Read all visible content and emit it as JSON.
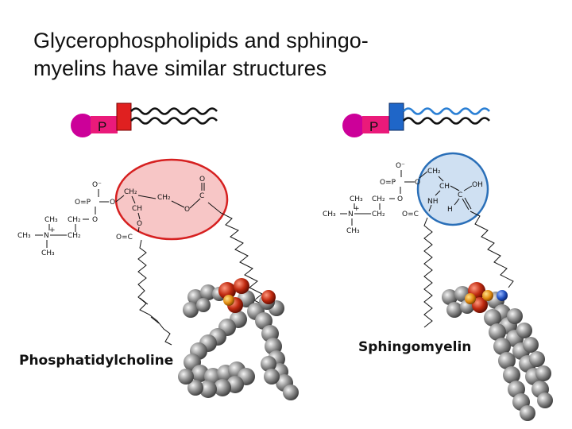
{
  "slide": {
    "title_line1": "Glycerophospholipids and sphingo-",
    "title_line2": "myelins have similar structures"
  },
  "left": {
    "caption": "Phosphatidylcholine",
    "head_label": "P",
    "colors": {
      "head": "#cc0099",
      "glycerol": "#e02020",
      "chains": "#111111",
      "highlight_fill": "#f7c6c6",
      "highlight_stroke": "#d62020"
    }
  },
  "right": {
    "caption": "Sphingomyelin",
    "head_label": "P",
    "colors": {
      "head": "#cc0099",
      "sphingosine": "#1f66c8",
      "chain_top": "#2a7fd4",
      "chain_bottom": "#111111",
      "highlight_fill": "#cfe0f2",
      "highlight_stroke": "#2a6fb8"
    }
  },
  "atoms": {
    "o_minus": "O⁻",
    "o_eq_p": "O=P",
    "o": "O",
    "ch2": "CH₂",
    "ch": "CH",
    "ch3": "CH₃",
    "n_plus": "N",
    "plus": "+",
    "c": "C",
    "nh": "NH",
    "oh": "OH",
    "h": "H",
    "o_eq_c": "O=C"
  }
}
